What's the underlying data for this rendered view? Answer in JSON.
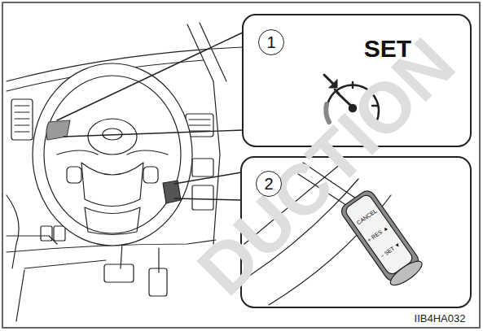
{
  "diagram": {
    "nodes": [
      {
        "text": [
          "1"
        ]
      },
      {
        "text": [
          "2"
        ]
      }
    ],
    "labels": [
      "SET",
      "CANCEL",
      "+ RES ▲",
      "− SET ▼",
      "DUCTION",
      "IIB4HA032"
    ]
  }
}
